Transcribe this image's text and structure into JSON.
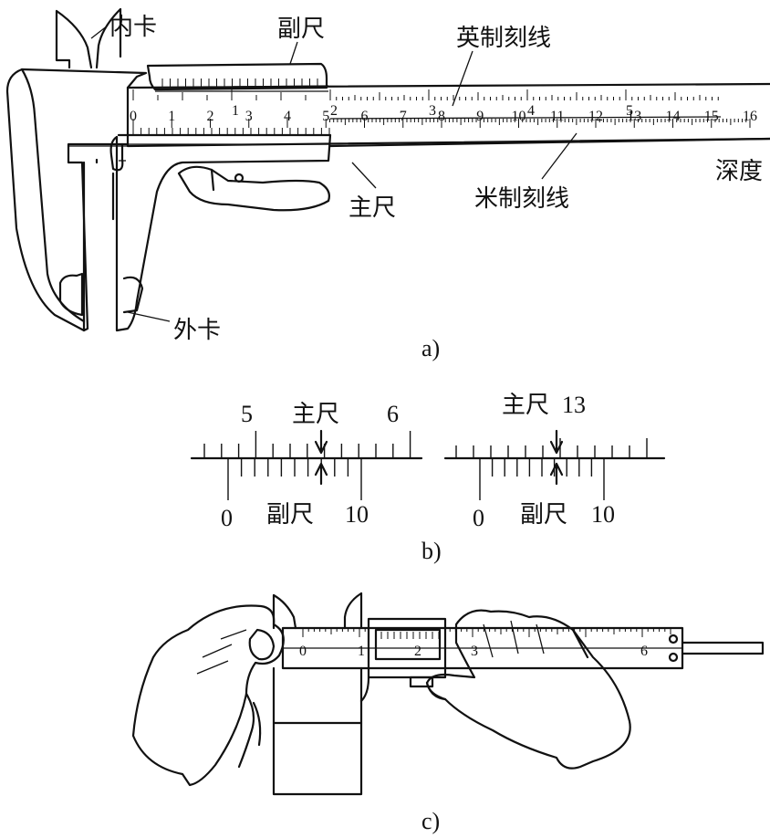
{
  "figure_a": {
    "caption": "a)",
    "labels": {
      "inner_jaw": "内卡",
      "vernier": "副尺",
      "imperial_scale": "英制刻线",
      "main_scale": "主尺",
      "metric_scale": "米制刻线",
      "depth": "深度",
      "outer_jaw": "外卡"
    },
    "metric_numbers": [
      "0",
      "1",
      "2",
      "3",
      "4",
      "5",
      "6",
      "7",
      "8",
      "9",
      "10",
      "11",
      "12",
      "13",
      "14",
      "15",
      "16"
    ],
    "imperial_numbers": [
      "1",
      "2",
      "3",
      "4",
      "5"
    ]
  },
  "figure_b": {
    "caption": "b)",
    "left": {
      "main_label": "主尺",
      "main_num_left": "5",
      "main_num_right": "6",
      "vernier_label": "副尺",
      "vernier_num_left": "0",
      "vernier_num_right": "10"
    },
    "right": {
      "main_label": "主尺",
      "main_num": "13",
      "vernier_label": "副尺",
      "vernier_num_left": "0",
      "vernier_num_right": "10"
    }
  },
  "figure_c": {
    "caption": "c)",
    "scale_numbers": [
      "0",
      "1",
      "2",
      "3",
      "6"
    ]
  }
}
